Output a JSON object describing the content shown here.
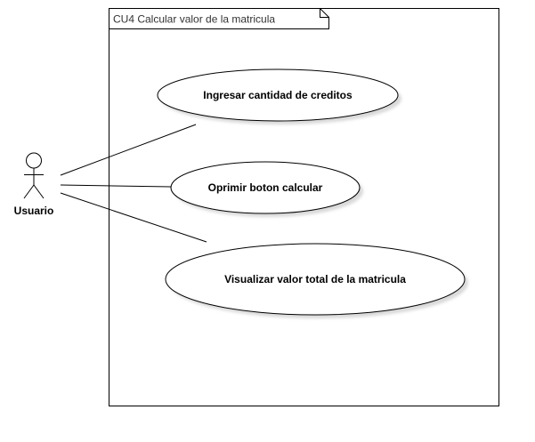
{
  "diagram": {
    "type": "use-case",
    "colors": {
      "stroke": "#000000",
      "fill": "#ffffff",
      "shadow": "#d9d9d9"
    },
    "system": {
      "title": "CU4 Calcular valor de la matricula"
    },
    "actor": {
      "name": "Usuario",
      "icon": "stick-figure-icon"
    },
    "use_cases": [
      {
        "label": "Ingresar cantidad de creditos"
      },
      {
        "label": "Oprimir boton calcular"
      },
      {
        "label": "Visualizar valor total de la matricula"
      }
    ],
    "associations": [
      {
        "from": "Usuario",
        "to": "Ingresar cantidad de creditos"
      },
      {
        "from": "Usuario",
        "to": "Oprimir boton calcular"
      },
      {
        "from": "Usuario",
        "to": "Visualizar valor total de la matricula"
      }
    ]
  }
}
